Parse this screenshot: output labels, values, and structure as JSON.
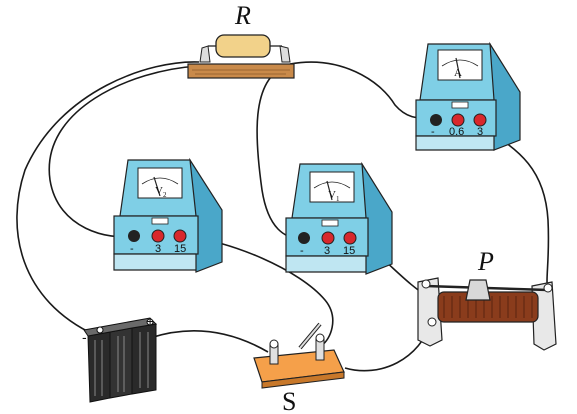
{
  "labels": {
    "resistor": "R",
    "rheostat": "P",
    "switch": "S"
  },
  "ammeter": {
    "symbol": "A",
    "terminals": [
      "-",
      "0.6",
      "3"
    ]
  },
  "voltmeter_left": {
    "symbol": "V",
    "subscript": "2",
    "terminals": [
      "-",
      "3",
      "15"
    ]
  },
  "voltmeter_mid": {
    "symbol": "V",
    "subscript": "1",
    "terminals": [
      "-",
      "3",
      "15"
    ]
  },
  "battery": {
    "plus": "+",
    "minus": "-"
  },
  "colors": {
    "meter_face": "#7fcfe6",
    "meter_side": "#4aa7c9",
    "resistor_body": "#f2d28a",
    "wood": "#c98a4a",
    "switch_base": "#f5a04a",
    "rheostat_coil": "#8a3c1c",
    "terminal_red": "#d8282c",
    "wire": "#1a1a1a"
  }
}
